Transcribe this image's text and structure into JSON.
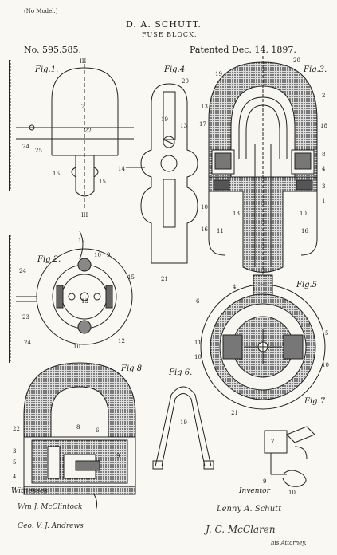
{
  "header": {
    "model_note": "(No Model.)",
    "inventor_name": "D. A. SCHUTT.",
    "title": "FUSE BLOCK.",
    "patent_number": "No. 595,585.",
    "patent_date": "Patented Dec. 14, 1897."
  },
  "figures": {
    "fig1": "Fig.1.",
    "fig2": "Fig 2.",
    "fig3": "Fig.3.",
    "fig4": "Fig.4",
    "fig5": "Fig.5",
    "fig6": "Fig 6.",
    "fig7": "Fig.7",
    "fig8": "Fig 8"
  },
  "footer": {
    "witnesses_label": "Witnesses.",
    "inventor_label": "Inventor",
    "witness_1": "Wm J. McClintock",
    "witness_2": "Geo. V. J. Andrews",
    "inventor_signature": "Lenny A. Schutt",
    "attorney_signature": "J. C. McClaren",
    "attorney_label": "his Attorney."
  },
  "numerals": [
    "III",
    "2",
    "22",
    "24",
    "25",
    "16",
    "15",
    "19",
    "20",
    "21",
    "13",
    "17",
    "18",
    "14",
    "12",
    "10",
    "9",
    "8",
    "4",
    "3",
    "1",
    "5",
    "6",
    "7",
    "11",
    "23"
  ]
}
